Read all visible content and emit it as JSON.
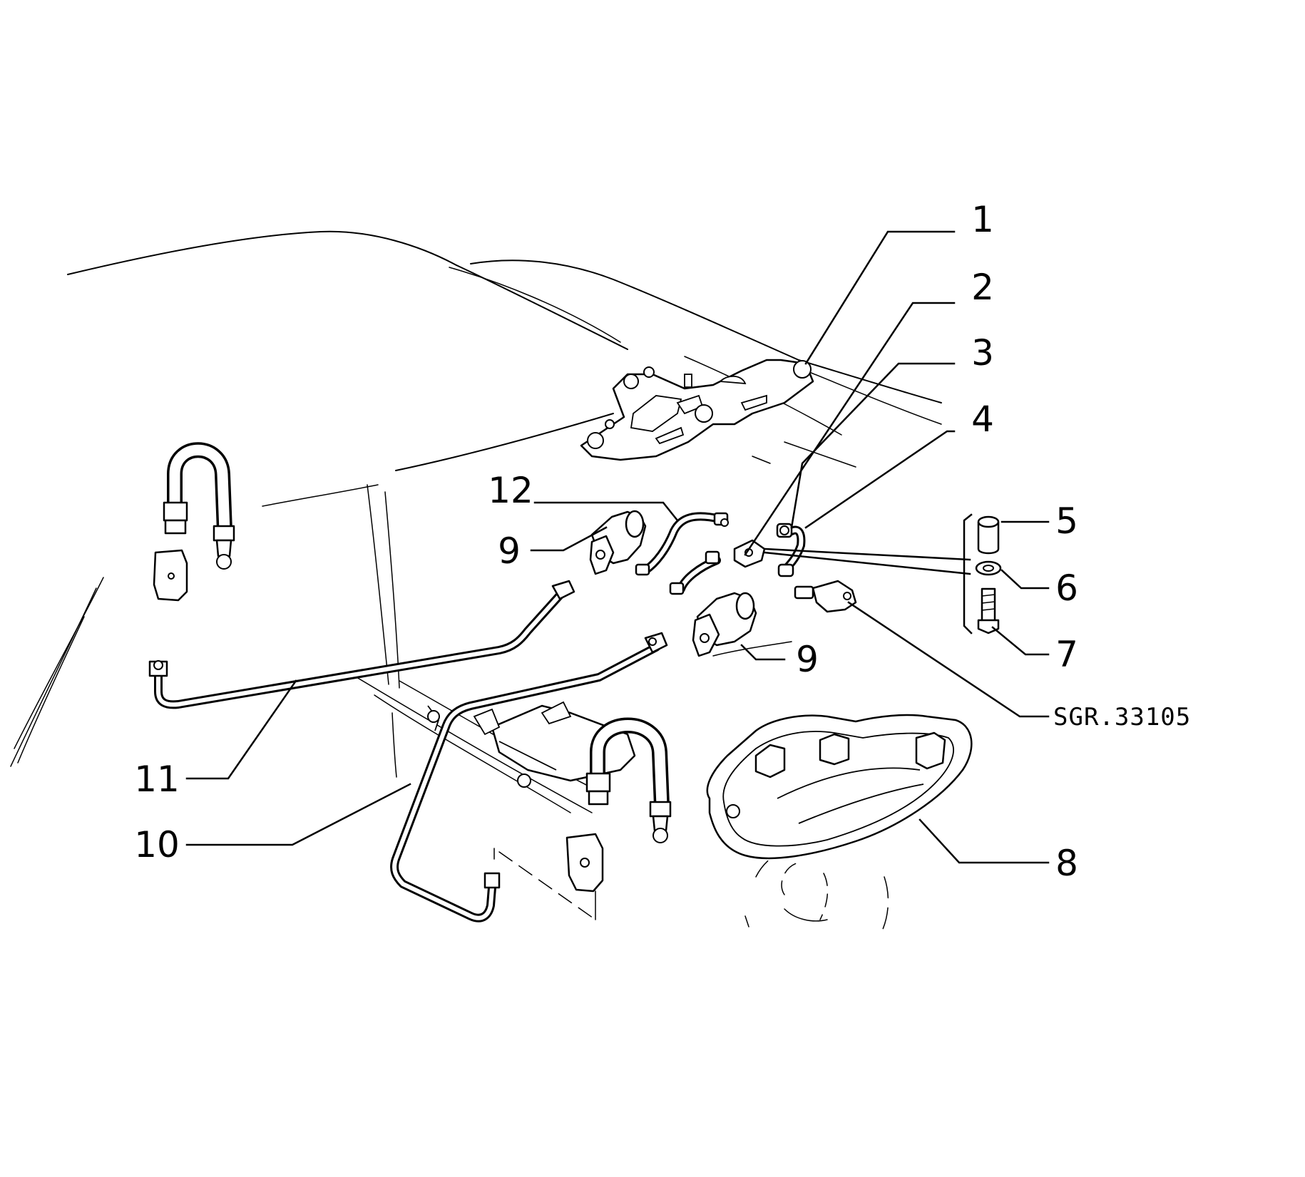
{
  "diagram": {
    "reference_code": "SGR.33105",
    "callouts": {
      "c1": "1",
      "c2": "2",
      "c3": "3",
      "c4": "4",
      "c5": "5",
      "c6": "6",
      "c7": "7",
      "c8": "8",
      "c9a": "9",
      "c9b": "9",
      "c10": "10",
      "c11": "11",
      "c12": "12"
    }
  }
}
